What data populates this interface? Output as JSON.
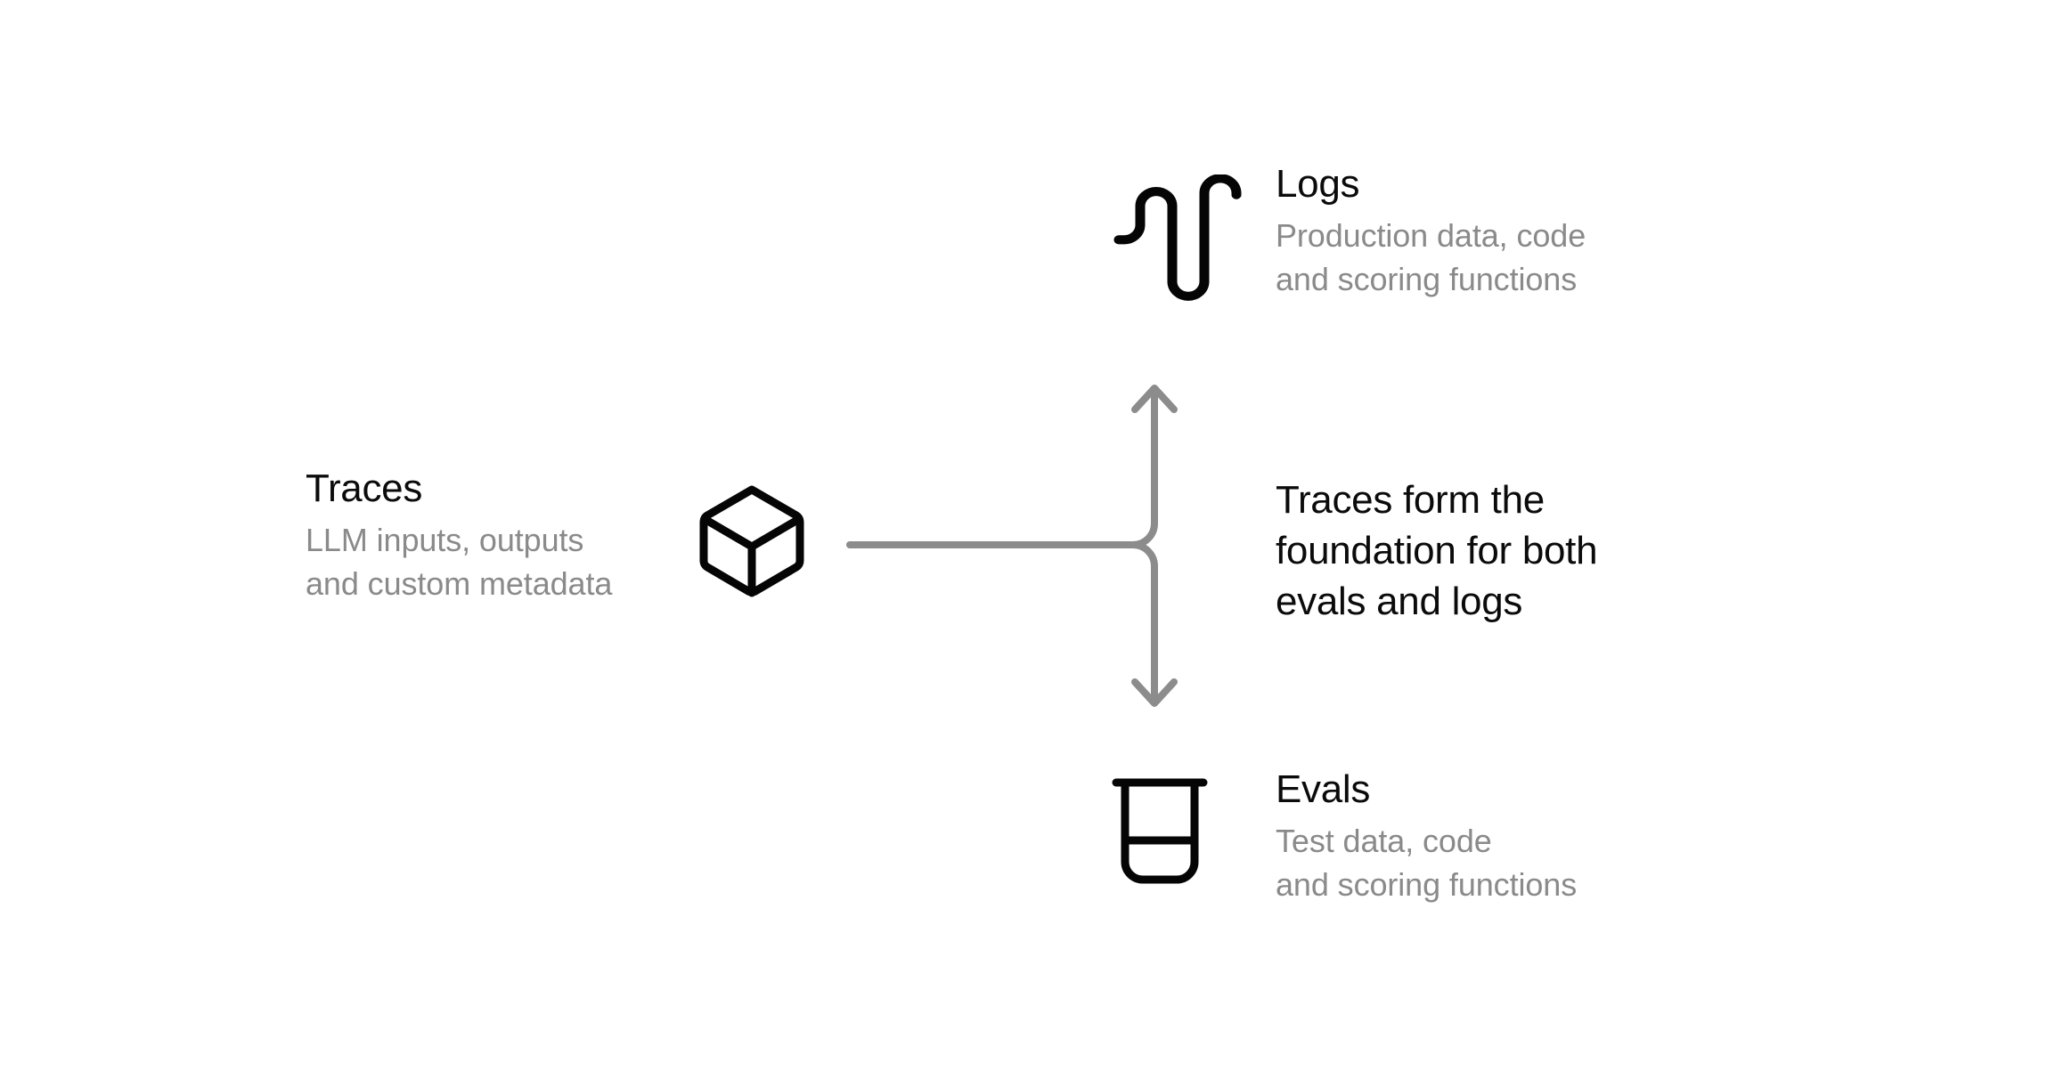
{
  "diagram": {
    "title": "Traces form the foundation for both evals and logs",
    "background_color": "#ffffff",
    "title_color": "#0b0b0b",
    "subtitle_color": "#8a8a8a",
    "connector_color": "#8c8c8c"
  },
  "nodes": {
    "traces": {
      "title": "Traces",
      "subtitle_line_1": "LLM inputs, outputs",
      "subtitle_line_2": "and custom metadata",
      "icon": "cube-icon"
    },
    "logs": {
      "title": "Logs",
      "subtitle_line_1": "Production data, code",
      "subtitle_line_2": "and scoring functions",
      "icon": "waveform-icon"
    },
    "evals": {
      "title": "Evals",
      "subtitle_line_1": "Test data, code",
      "subtitle_line_2": "and scoring functions",
      "icon": "beaker-icon"
    }
  },
  "caption": {
    "line_1": "Traces form the",
    "line_2": "foundation for both",
    "line_3": "evals and logs"
  },
  "connector": {
    "type": "split-arrow",
    "from": "traces",
    "to": [
      "logs",
      "evals"
    ],
    "arrow_up_target": "logs",
    "arrow_down_target": "evals"
  }
}
